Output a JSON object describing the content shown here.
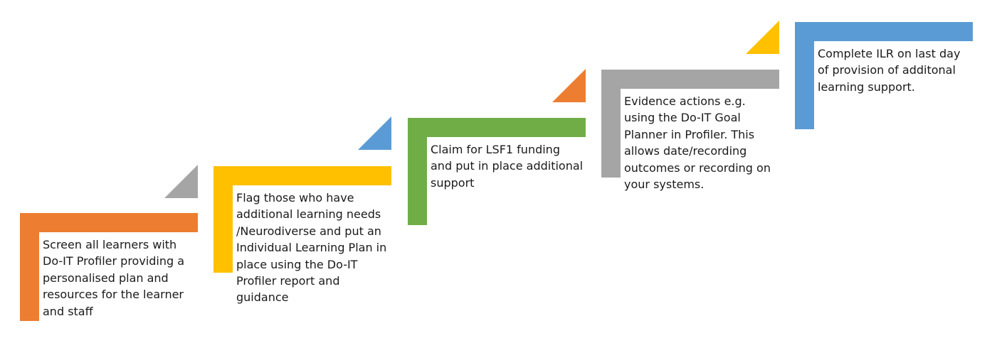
{
  "steps": [
    {
      "text": "Screen all learners with Do-IT Profiler providing a personalised plan and resources for the learner and staff",
      "bar_color": "#ED7D31",
      "triangle_color": "#A5A5A5"
    },
    {
      "text": "Flag those who have additional learning needs /Neurodiverse and put an Individual Learning Plan in place using the Do-IT Profiler report and guidance",
      "bar_color": "#FFC000",
      "triangle_color": "#5B9BD5"
    },
    {
      "text": "Claim for LSF1 funding and put in place additional support",
      "bar_color": "#70AD47",
      "triangle_color": "#ED7D31"
    },
    {
      "text": "Evidence actions e.g. using the  Do-IT Goal Planner in Profiler. This allows date/recording outcomes or recording on your systems.",
      "bar_color": "#A5A5A5",
      "triangle_color": "#FFC000"
    },
    {
      "text": "Complete ILR on last day of provision of additonal learning support.",
      "bar_color": "#5B9BD5",
      "triangle_color": null
    }
  ]
}
